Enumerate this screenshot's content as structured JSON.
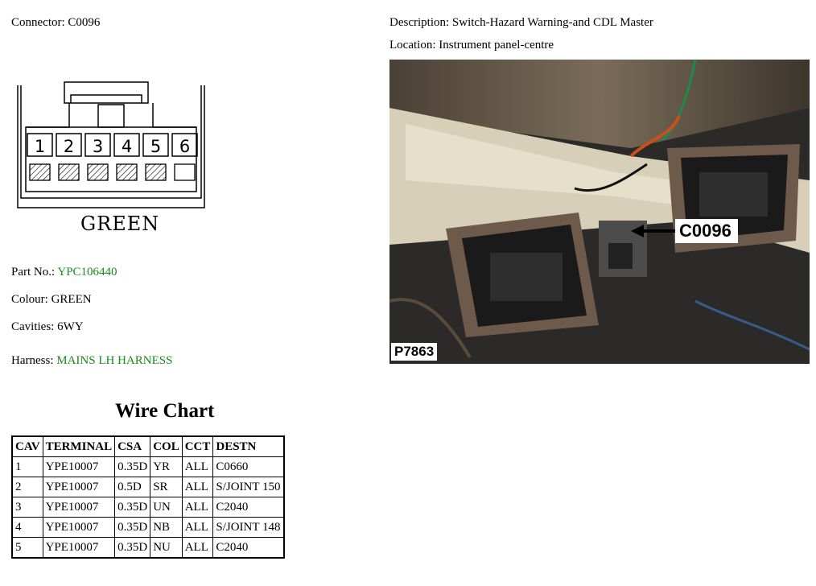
{
  "connector": {
    "label": "Connector:",
    "value": "C0096"
  },
  "description": {
    "label": "Description:",
    "value": "Switch-Hazard Warning-and CDL Master"
  },
  "location": {
    "label": "Location:",
    "value": "Instrument panel-centre"
  },
  "diagram": {
    "pins": [
      "1",
      "2",
      "3",
      "4",
      "5",
      "6"
    ],
    "colour_label": "GREEN"
  },
  "part_no": {
    "label": "Part No.:",
    "value": "YPC106440"
  },
  "colour": {
    "label": "Colour:",
    "value": "GREEN"
  },
  "cavities": {
    "label": "Cavities:",
    "value": "6WY"
  },
  "harness": {
    "label": "Harness:",
    "value": "MAINS LH HARNESS"
  },
  "photo": {
    "callout": "C0096",
    "code": "P7863"
  },
  "wire_chart": {
    "title": "Wire Chart",
    "headers": [
      "CAV",
      "TERMINAL",
      "CSA",
      "COL",
      "CCT",
      "DESTN"
    ],
    "rows": [
      [
        "1",
        "YPE10007",
        "0.35D",
        "YR",
        "ALL",
        "C0660"
      ],
      [
        "2",
        "YPE10007",
        "0.5D",
        "SR",
        "ALL",
        "S/JOINT 150"
      ],
      [
        "3",
        "YPE10007",
        "0.35D",
        "UN",
        "ALL",
        "C2040"
      ],
      [
        "4",
        "YPE10007",
        "0.35D",
        "NB",
        "ALL",
        "S/JOINT 148"
      ],
      [
        "5",
        "YPE10007",
        "0.35D",
        "NU",
        "ALL",
        "C2040"
      ]
    ]
  },
  "colors": {
    "link_green": "#1a8a1a"
  }
}
